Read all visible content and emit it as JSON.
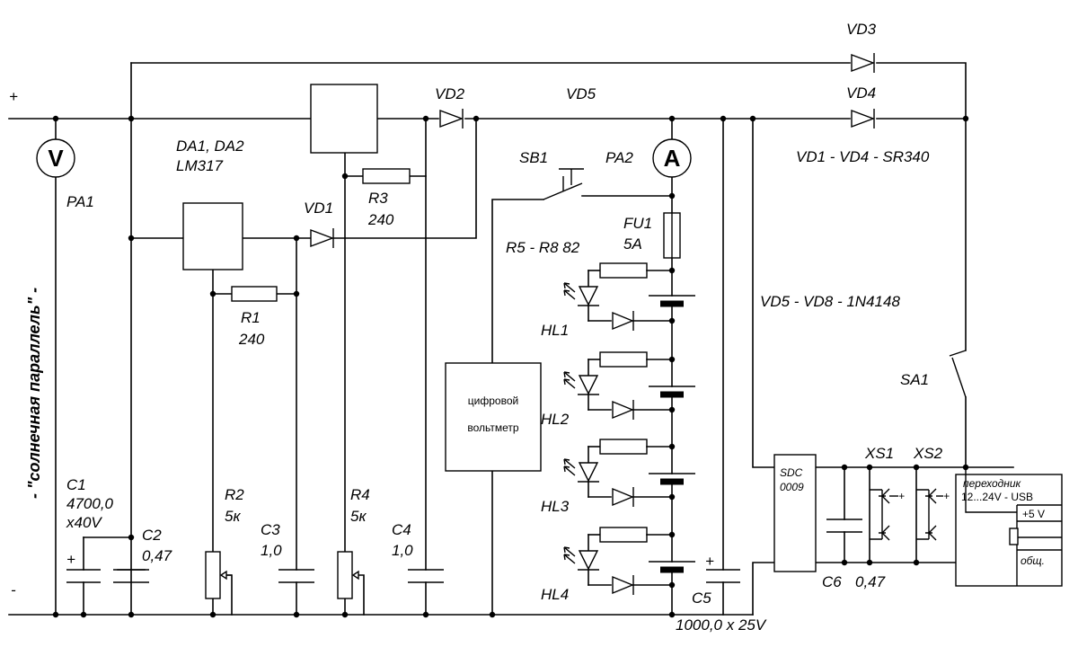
{
  "rails": {
    "plus": "+",
    "minus": "-"
  },
  "side_text": "- \"солнечная параллель\" -",
  "meters": {
    "pa1": {
      "symbol": "V",
      "label": "PA1"
    },
    "pa2": {
      "symbol": "A",
      "label": "PA2"
    }
  },
  "regulators": {
    "label1": "DA1, DA2",
    "label2": "LM317"
  },
  "diodes": {
    "vd1": "VD1",
    "vd2": "VD2",
    "vd3": "VD3",
    "vd4": "VD4",
    "vd5": "VD5",
    "note_vd1_vd4": "VD1 - VD4 - SR340",
    "note_vd5_vd8": "VD5 - VD8 - 1N4148"
  },
  "resistors": {
    "r1": {
      "name": "R1",
      "value": "240"
    },
    "r2": {
      "name": "R2",
      "value": "5к"
    },
    "r3": {
      "name": "R3",
      "value": "240"
    },
    "r4": {
      "name": "R4",
      "value": "5к"
    },
    "r5_r8": "R5 - R8 82"
  },
  "capacitors": {
    "c1": {
      "name": "C1",
      "value": "4700,0",
      "voltage": "x40V"
    },
    "c2": {
      "name": "C2",
      "value": "0,47"
    },
    "c3": {
      "name": "C3",
      "value": "1,0"
    },
    "c4": {
      "name": "C4",
      "value": "1,0"
    },
    "c5": {
      "name": "C5",
      "value": "1000,0 x 25V"
    },
    "c6": {
      "name": "C6",
      "value": "0,47"
    }
  },
  "switches": {
    "sb1": "SB1",
    "sa1": "SA1"
  },
  "fuse": {
    "name": "FU1",
    "value": "5A"
  },
  "leds": [
    "HL1",
    "HL2",
    "HL3",
    "HL4"
  ],
  "voltmeter_box": {
    "line1": "цифровой",
    "line2": "вольтметр"
  },
  "converter": {
    "line1": "SDC",
    "line2": "0009"
  },
  "sockets": {
    "xs1": "XS1",
    "xs2": "XS2",
    "pin_plus": "+"
  },
  "adapter": {
    "line1": "переходник",
    "line2": "12...24V - USB",
    "pin1": "+5 V",
    "pin2": "общ."
  },
  "cap_plus": "+"
}
